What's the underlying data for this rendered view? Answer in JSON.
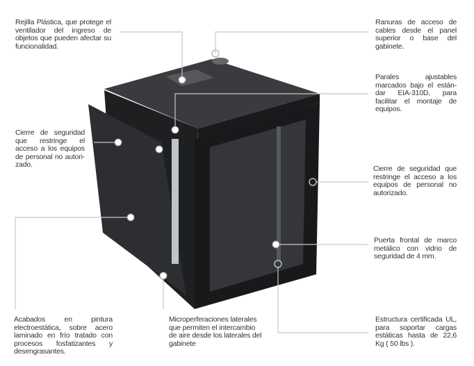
{
  "callouts": {
    "rejilla": "Rejilla Plástica, que protege el ventilador del ingreso de objetos que pueden afectar su funcionalidad.",
    "ranuras": "Ranuras de acceso de cables desde el panel superior o base del gabinete.",
    "parales": "Parales ajustables marcados bajo el están- dar EIA-310D, para facilitar el montaje de equipos.",
    "cierre_lateral": "Cierre de seguridad que restringe el acceso a los equipos de personal no autori- zado.",
    "cierre_frontal": "Cierre de seguridad que restringe el acceso a los equipos de personal no autorizado.",
    "puerta": "Puerta frontal de marco metálico con vidrio de seguridad de 4 mm.",
    "acabados": "Acabados en pintura electroestática, sobre acero laminado en frío tratado con procesos fosfatizantes y desengrasantes.",
    "micro": "Microperferaciones laterales que permiten el intercambio de aire desde los laterales del gabinete",
    "estructura": "Estructura certificada UL, para soportar cargas estáticas hasta de 22,6 Kg ( 50 lbs )."
  },
  "colors": {
    "cabinet": "#2a2b2d",
    "leader_line": "#c8c8c8",
    "text": "#333333"
  }
}
